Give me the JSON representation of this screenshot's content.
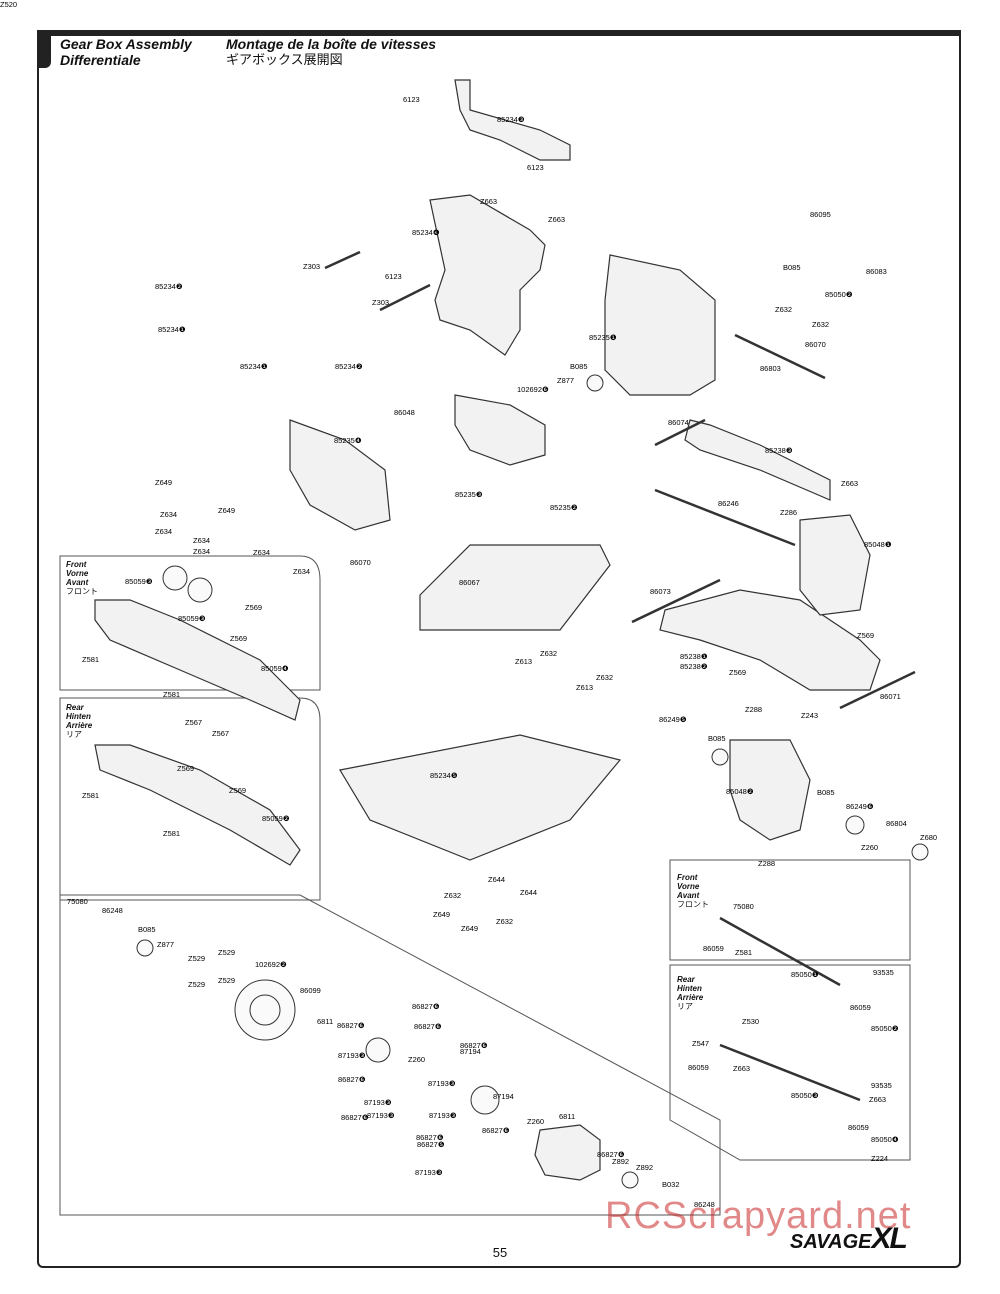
{
  "header": {
    "title_en": "Gear Box Assembly",
    "title_fr": "Montage de la boîte de vitesses",
    "title_de": "Differentiale",
    "title_jp": "ギアボックス展開図"
  },
  "page_number": "55",
  "watermark": "RCScrapyard.net",
  "logo": {
    "word": "SAVAGE",
    "suffix": "XL"
  },
  "regions": {
    "front": {
      "en": "Front",
      "de": "Vorne",
      "fr": "Avant",
      "jp": "フロント"
    },
    "rear": {
      "en": "Rear",
      "de": "Hinten",
      "fr": "Arrière",
      "jp": "リア"
    },
    "front_right": {
      "en": "Front",
      "de": "Vorne",
      "fr": "Avant",
      "jp": "フロント"
    },
    "rear_right": {
      "en": "Rear",
      "de": "Hinten",
      "fr": "Arrière",
      "jp": "リア"
    }
  },
  "labels": [
    "6123",
    "85234❸",
    "6123",
    "Z663",
    "85234❹",
    "Z663",
    "Z303",
    "6123",
    "Z303",
    "85234❷",
    "85234❶",
    "85234❶",
    "85234❷",
    "86095",
    "B085",
    "86083",
    "85050❷",
    "Z632",
    "Z632",
    "86070",
    "86803",
    "85235❶",
    "B085",
    "Z877",
    "102692❻",
    "86048",
    "85235❹",
    "85235❸",
    "86074",
    "85238❸",
    "Z663",
    "Z649",
    "Z634",
    "Z634",
    "Z649",
    "Z634",
    "Z634",
    "Z634",
    "Z634",
    "86070",
    "85235❷",
    "86246",
    "Z286",
    "85048❶",
    "86067",
    "Z632",
    "Z613",
    "Z613",
    "Z632",
    "86073",
    "Z569",
    "85238❶",
    "85238❷",
    "Z569",
    "86071",
    "Z288",
    "Z243",
    "85059❸",
    "Z569",
    "85059❸",
    "Z569",
    "Z581",
    "85059❹",
    "Z581",
    "Z567",
    "Z567",
    "Z569",
    "Z581",
    "Z569",
    "85059❷",
    "Z581",
    "86249❺",
    "B085",
    "85234❺",
    "85048❷",
    "B085",
    "86249❻",
    "86804",
    "Z260",
    "Z680",
    "Z288",
    "Z644",
    "Z632",
    "Z644",
    "Z649",
    "Z632",
    "Z649",
    "75080",
    "86248",
    "B085",
    "Z877",
    "Z529",
    "Z529",
    "Z529",
    "Z529",
    "102692❷",
    "86099",
    "6811",
    "86827❻",
    "86827❻",
    "86827❻",
    "87193❸",
    "Z260",
    "87194",
    "86827❻",
    "86827❻",
    "87193❸",
    "87194",
    "87193❸",
    "87193❸",
    "86827❻",
    "86827❻",
    "87193❸",
    "86827❻",
    "Z260",
    "6811",
    "86827❺",
    "87193❸",
    "86827❻",
    "Z892",
    "Z892",
    "B032",
    "86248",
    "75080",
    "86059",
    "Z581",
    "85050❶",
    "93535",
    "86059",
    "85050❷",
    "Z530",
    "Z547",
    "86059",
    "Z663",
    "85050❸",
    "93535",
    "Z663",
    "86059",
    "85050❹",
    "Z224",
    "Z520"
  ]
}
